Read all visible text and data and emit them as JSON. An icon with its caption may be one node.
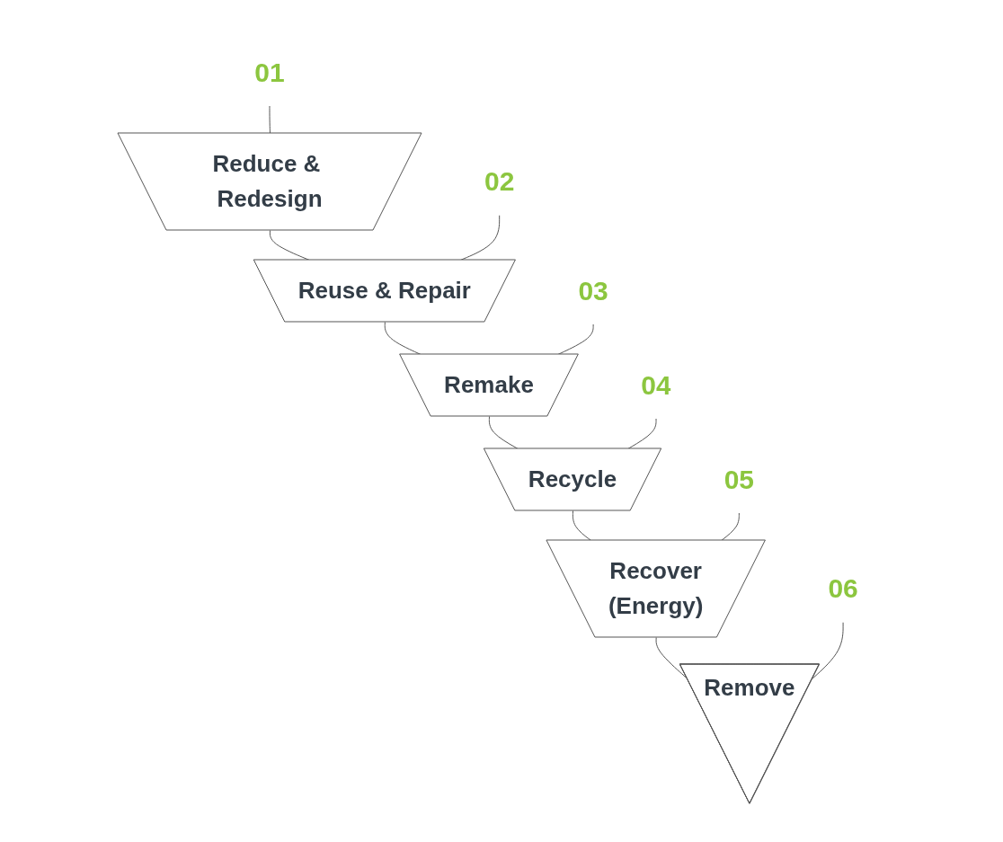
{
  "diagram": {
    "nodes": [
      {
        "text": [
          "01"
        ]
      },
      {
        "text": [
          "Reduce & Redesign"
        ]
      },
      {
        "text": [
          "02"
        ]
      },
      {
        "text": [
          "Reuse & Repair"
        ]
      },
      {
        "text": [
          "03"
        ]
      },
      {
        "text": [
          "Remake"
        ]
      },
      {
        "text": [
          "04"
        ]
      },
      {
        "text": [
          "Recycle"
        ]
      },
      {
        "text": [
          "05"
        ]
      },
      {
        "text": [
          "Recover",
          "(Energy)"
        ]
      },
      {
        "text": [
          "06"
        ]
      },
      {
        "text": [
          "Remove"
        ]
      }
    ],
    "edges": [
      {
        "from": 0,
        "to": 1,
        "arrow": "none"
      },
      {
        "from": 1,
        "to": 3,
        "arrow": "none"
      },
      {
        "from": 2,
        "to": 3,
        "arrow": "none"
      },
      {
        "from": 3,
        "to": 5,
        "arrow": "none"
      },
      {
        "from": 4,
        "to": 5,
        "arrow": "none"
      },
      {
        "from": 5,
        "to": 7,
        "arrow": "none"
      },
      {
        "from": 6,
        "to": 7,
        "arrow": "none"
      },
      {
        "from": 7,
        "to": 9,
        "arrow": "none"
      },
      {
        "from": 8,
        "to": 9,
        "arrow": "none"
      },
      {
        "from": 9,
        "to": 11,
        "arrow": "none"
      },
      {
        "from": 10,
        "to": 11,
        "arrow": "none"
      }
    ]
  }
}
